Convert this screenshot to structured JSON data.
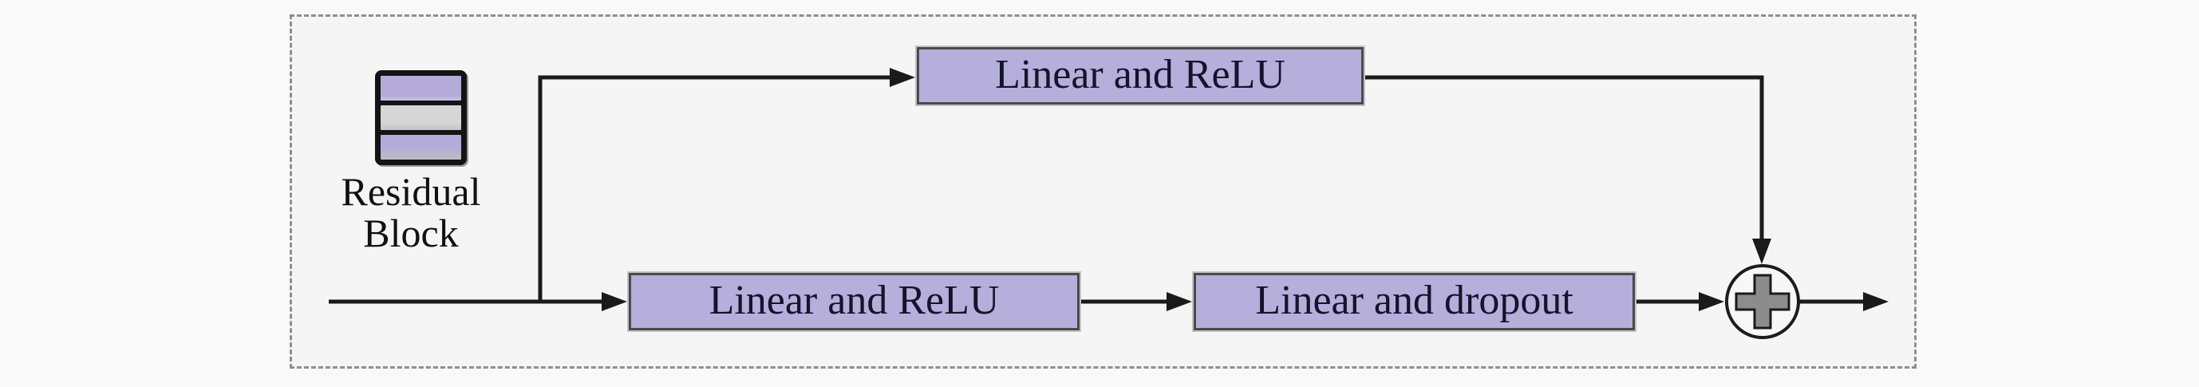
{
  "diagram": {
    "legend": {
      "label": "Residual Block"
    },
    "nodes": {
      "skip_branch_box": "Linear and ReLU",
      "main_branch_box_1": "Linear and ReLU",
      "main_branch_box_2": "Linear and dropout",
      "sum_symbol": "+"
    },
    "icons": {
      "residual_block": "stacked-layers-icon",
      "sum": "plus-in-circle-icon"
    },
    "colors": {
      "background": "#f9f9f9",
      "panel_background": "#f5f5f6",
      "dashed_border": "#8f8f8f",
      "node_fill": "#b6aedb",
      "node_border": "#4a4a4a",
      "node_text": "#14142b",
      "edge": "#1a1a1a",
      "icon_border": "#141414",
      "icon_stripe_purple": "#b4abd9",
      "icon_stripe_gray": "#d6d6d6",
      "sum_fill": "#8c8c8c"
    }
  }
}
